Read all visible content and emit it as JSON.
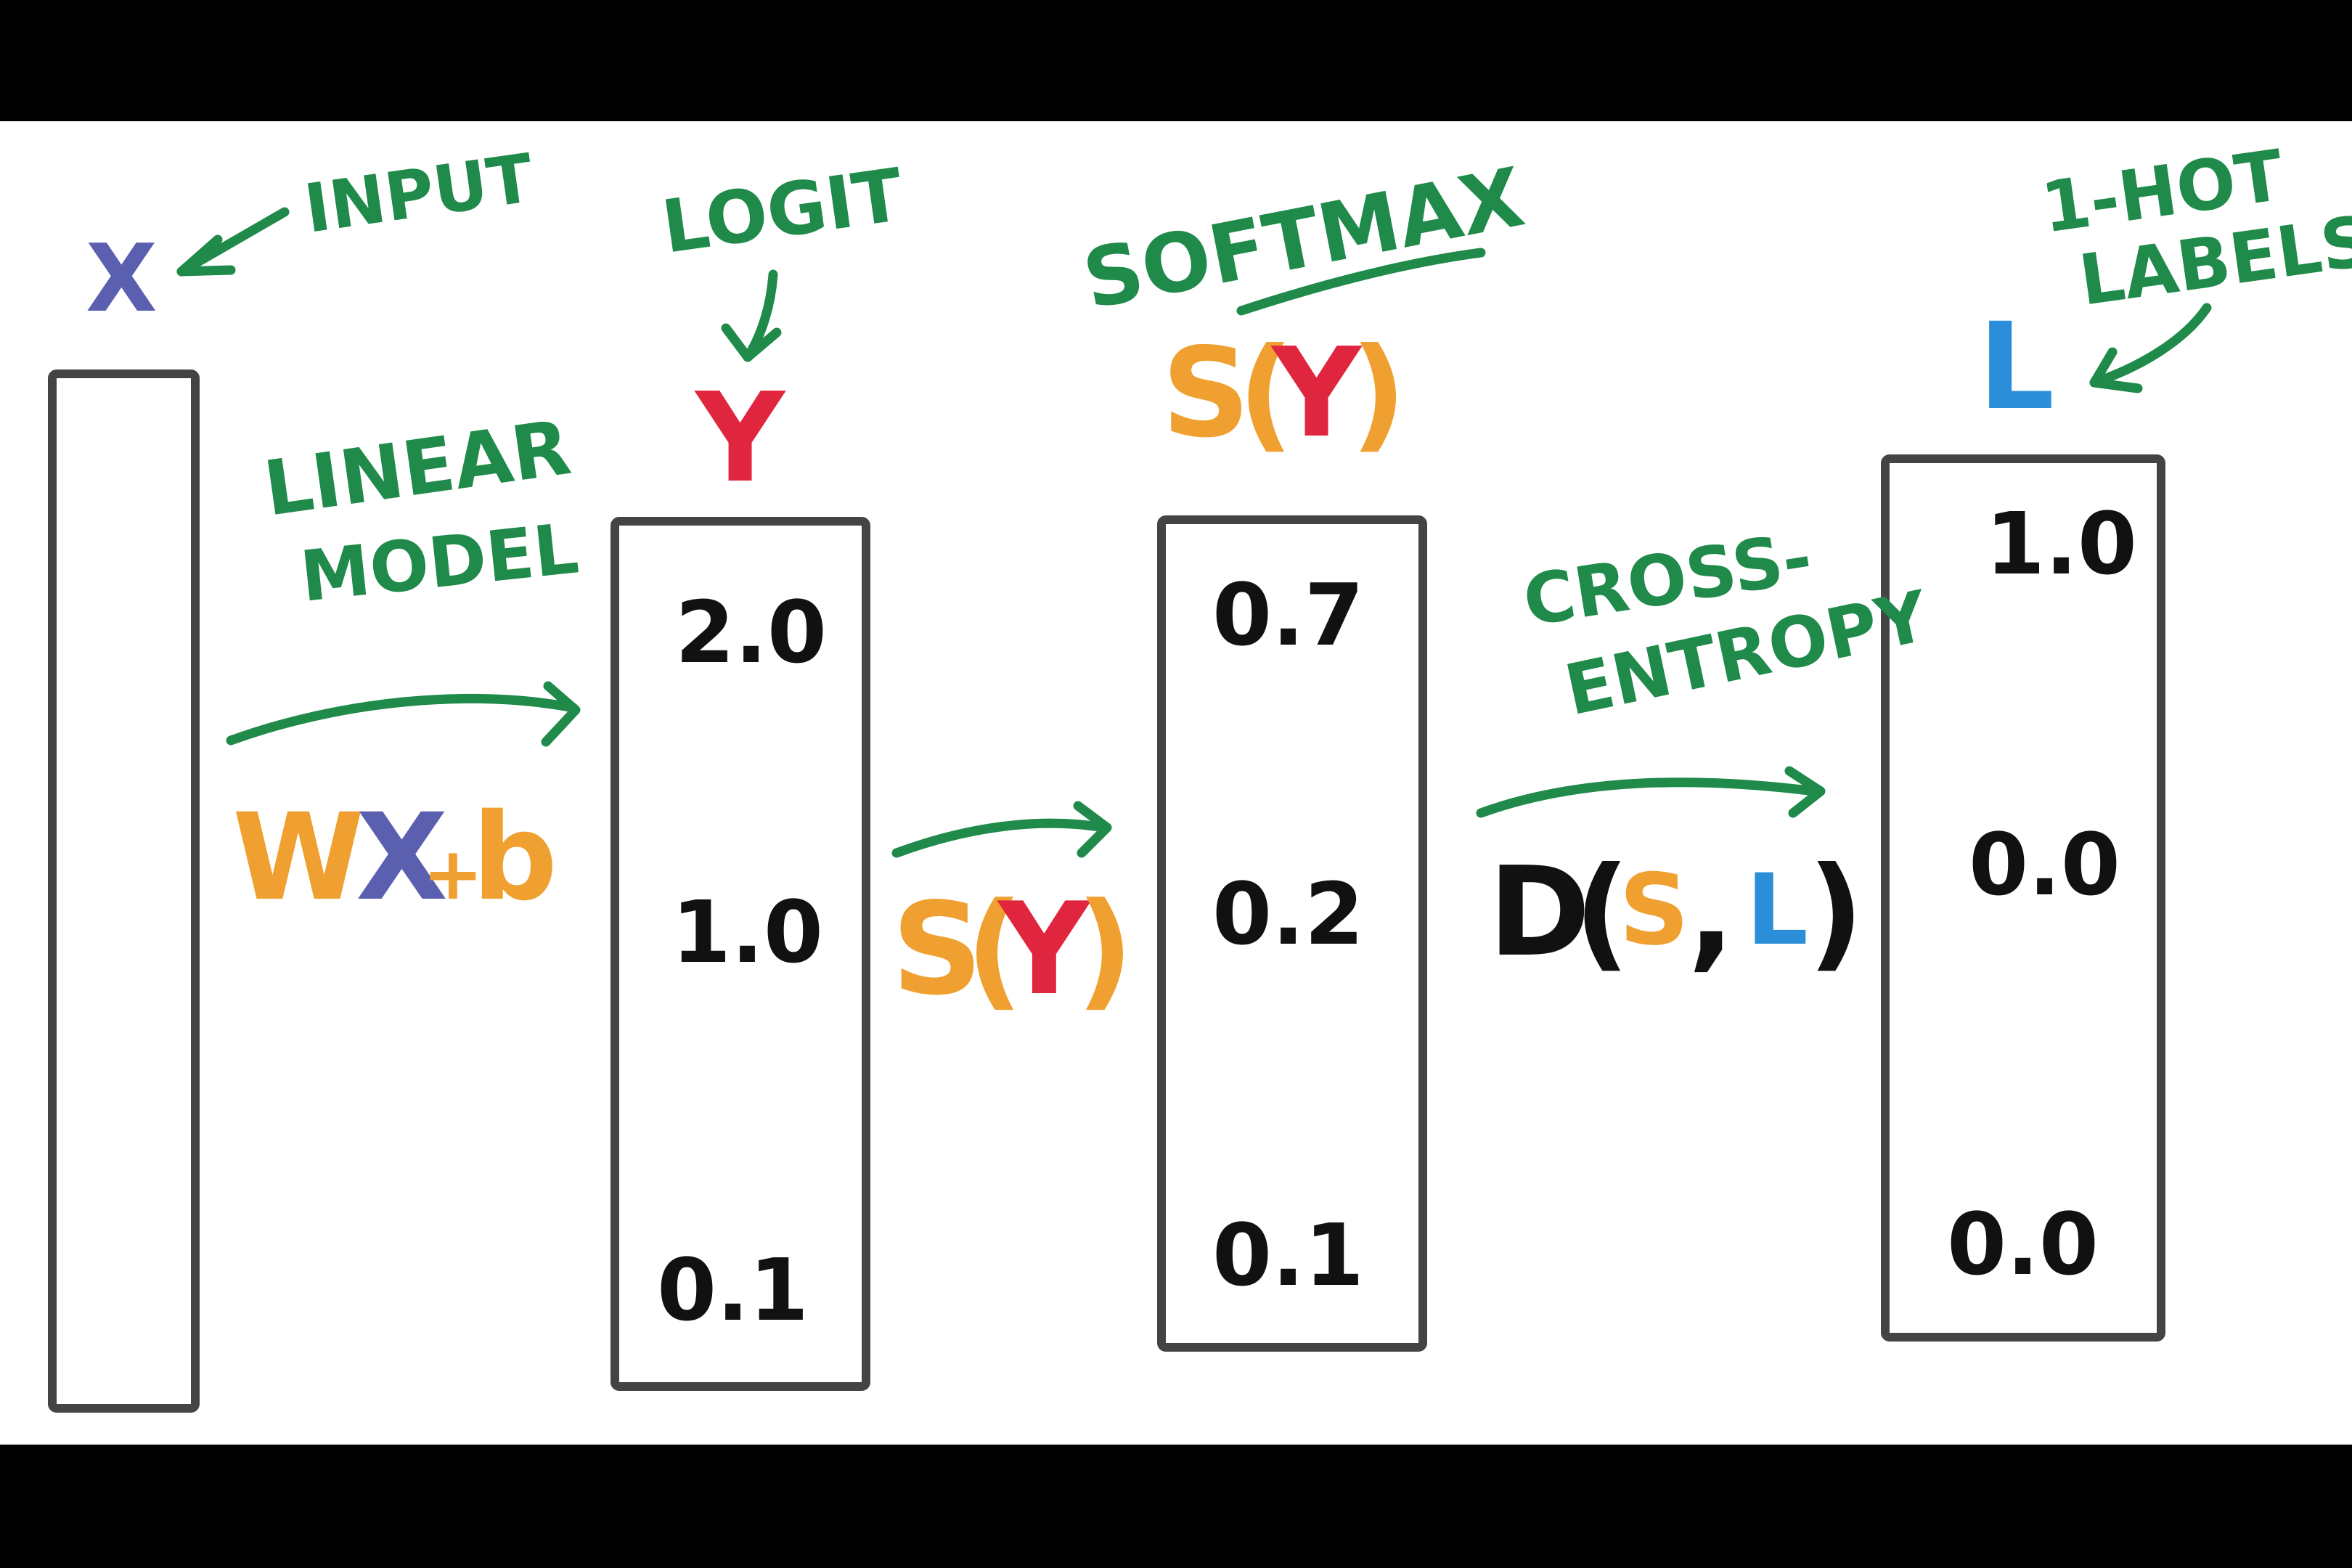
{
  "colors": {
    "green": "#1f8a4a",
    "blue_x": "#5a5fb0",
    "red": "#e0253f",
    "orange": "#f0a030",
    "cyan": "#2a8fd8",
    "ink": "#111111",
    "box": "#444444",
    "frame": "#000000",
    "canvas": "#ffffff"
  },
  "annotations": {
    "input": "INPUT",
    "logit": "LOGIT",
    "softmax": "SOFTMAX",
    "one_hot_line1": "1-HOT",
    "one_hot_line2": "LABELS",
    "linear_line1": "LINEAR",
    "linear_line2": "MODEL",
    "cross_line1": "CROSS-",
    "cross_line2": "ENTROPY"
  },
  "symbols": {
    "x": "X",
    "y": "Y",
    "s_of_y": {
      "s": "S",
      "open": "(",
      "y": "Y",
      "close": ")"
    },
    "l": "L",
    "linear_formula": {
      "w": "W",
      "x": "X",
      "plus": "+",
      "b": "b"
    },
    "distance": {
      "d": "D",
      "open": "(",
      "s": "S",
      "comma": ",",
      "l": "L",
      "close": ")"
    }
  },
  "columns": {
    "logits": [
      "2.0",
      "1.0",
      "0.1"
    ],
    "softmax": [
      "0.7",
      "0.2",
      "0.1"
    ],
    "labels": [
      "1.0",
      "0.0",
      "0.0"
    ]
  }
}
